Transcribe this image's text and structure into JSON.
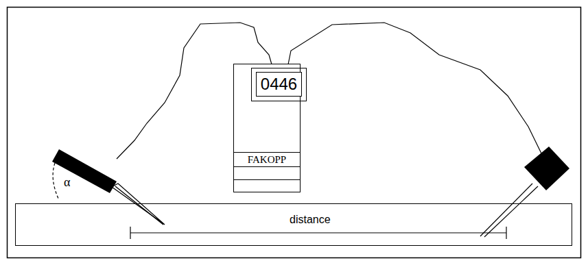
{
  "diagram": {
    "nodes": [
      {
        "text": [
          "0446"
        ]
      },
      {
        "text": [
          "FAKOPP"
        ]
      }
    ],
    "labels": [
      "distance",
      "α"
    ]
  }
}
